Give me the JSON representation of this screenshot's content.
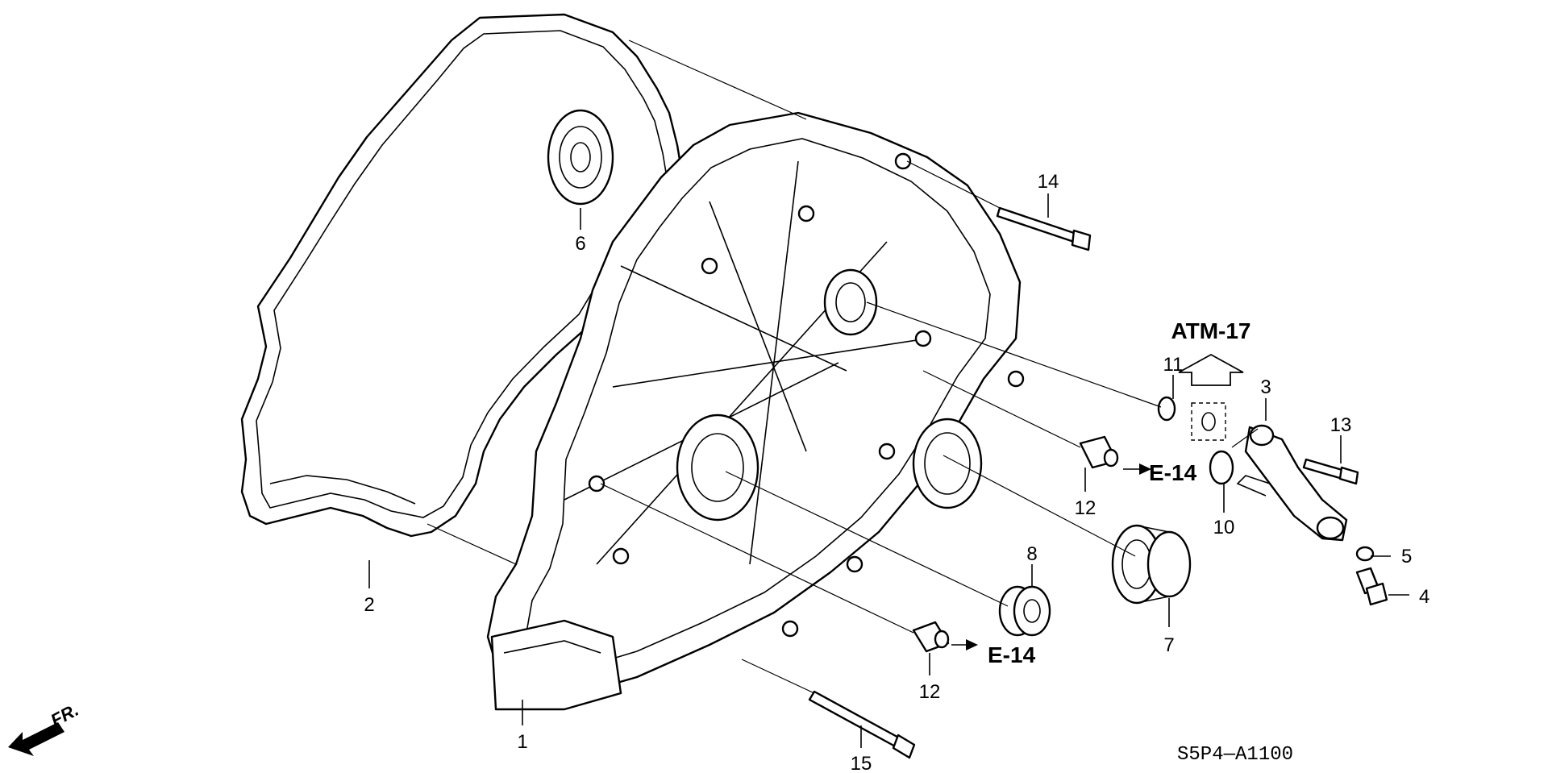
{
  "callouts": {
    "c1": "1",
    "c2": "2",
    "c3": "3",
    "c4": "4",
    "c5": "5",
    "c6": "6",
    "c7": "7",
    "c8": "8",
    "c10": "10",
    "c11": "11",
    "c12a": "12",
    "c12b": "12",
    "c13": "13",
    "c14": "14",
    "c15": "15"
  },
  "references": {
    "atm": "ATM-17",
    "e14_upper": "E-14",
    "e14_lower": "E-14"
  },
  "diagram_code": "S5P4—A1100",
  "direction_label": "FR.",
  "icons": {
    "front_arrow": "front-direction-arrow-icon",
    "atm_arrow": "up-arrow-icon"
  }
}
